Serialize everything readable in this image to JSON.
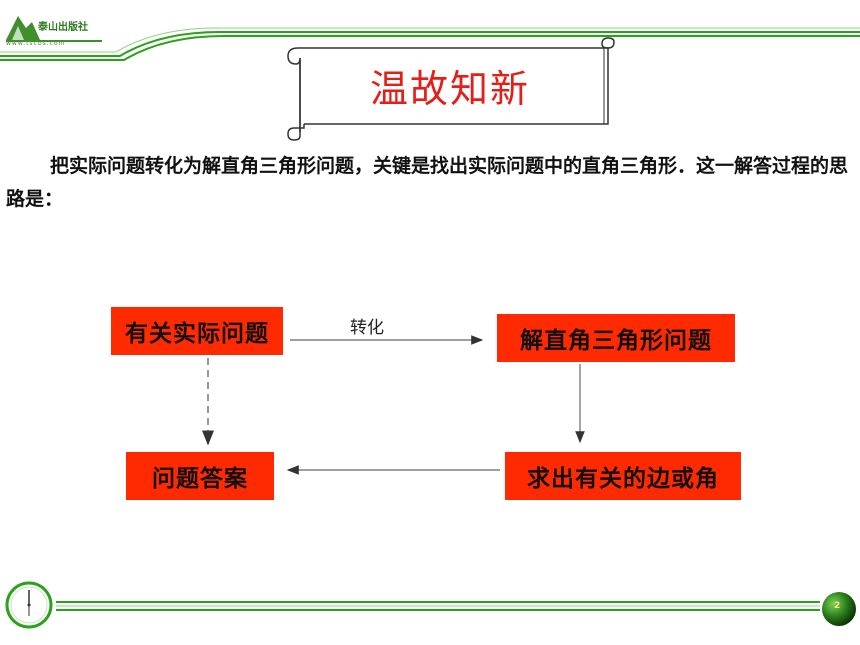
{
  "header": {
    "logo_text": "泰山出版社",
    "logo_url": "www.tscbs.com"
  },
  "title": "温故知新",
  "intro": "把实际问题转化为解直角三角形问题，关键是找出实际问题中的直角三角形．这一解答过程的思路是：",
  "flow": {
    "practical": "有关实际问题",
    "convert": "转化",
    "solve": "解直角三角形问题",
    "find": "求出有关的边或角",
    "answer": "问题答案"
  },
  "footer": {
    "page_number": "2",
    "clock_icon": "clock-icon"
  },
  "colors": {
    "accent_green": "#2aa31b",
    "box_red": "#ff2a00",
    "title_red": "#e51f17"
  }
}
